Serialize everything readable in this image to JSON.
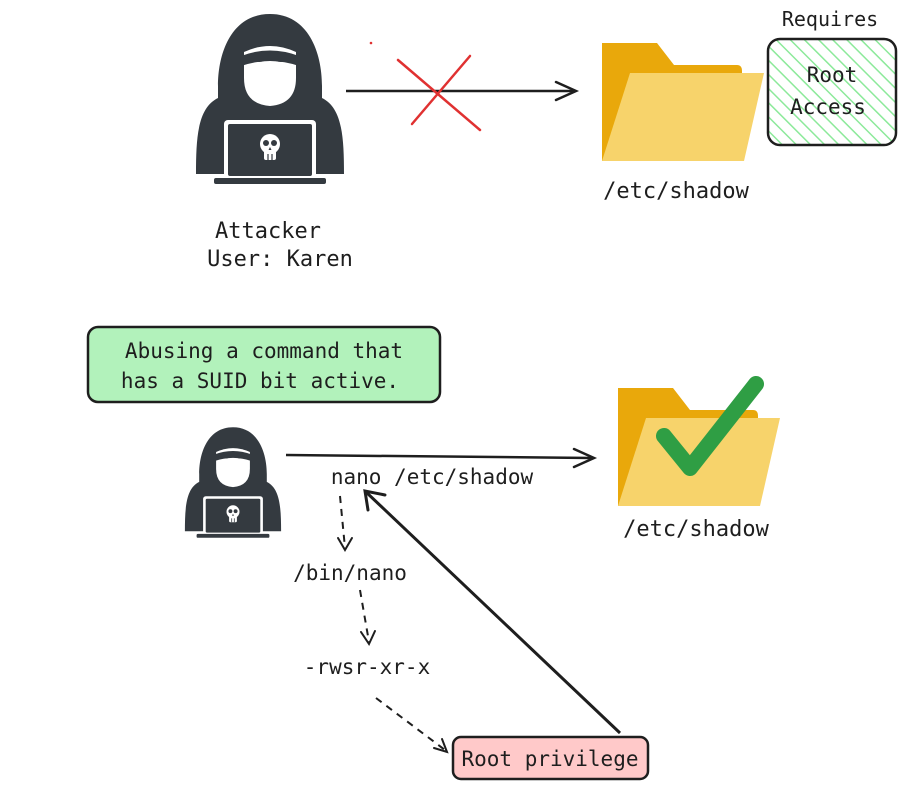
{
  "top": {
    "attacker_line1": "Attacker",
    "attacker_line2": "User: Karen",
    "target_label": "/etc/shadow",
    "requires_label": "Requires",
    "root_access_line1": "Root",
    "root_access_line2": "Access"
  },
  "bottom": {
    "callout_line1": "Abusing a command that",
    "callout_line2": "has a SUID bit active.",
    "command": "nano /etc/shadow",
    "binary_path": "/bin/nano",
    "permissions": "-rwsr-xr-x",
    "root_privilege": "Root privilege",
    "target_label": "/etc/shadow"
  },
  "icons": {
    "attacker": "hooded-hacker-laptop-skull-icon",
    "folder": "folder-icon",
    "blocked": "red-x-icon",
    "success": "green-checkmark-icon"
  },
  "colors": {
    "ink": "#1e1e1e",
    "hacker": "#343a40",
    "folder_back": "#e9a80b",
    "folder_front": "#f7d36b",
    "blocked": "#e03131",
    "success": "#2f9e44",
    "callout_fill": "#b2f2bb",
    "hatch": "#8ce99a",
    "root_privilege_fill": "#ffc9c9"
  }
}
